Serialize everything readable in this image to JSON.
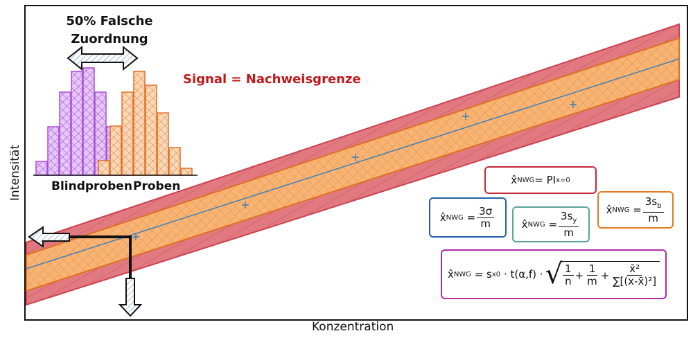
{
  "axes": {
    "x_label": "Konzentration",
    "y_label": "Intensität"
  },
  "histogram": {
    "title": "50% Falsche Zuordnung",
    "label_blind": "Blindproben",
    "label_samples": "Proben",
    "colors": {
      "blind": "#a84fd6",
      "samples": "#f0a060",
      "samples_edge": "#e0702a"
    }
  },
  "annotation": {
    "text": "Signal = Nachweisgrenze",
    "color": "#c01818"
  },
  "band": {
    "outer_color": "#e07a80",
    "inner_color": "#f7b475",
    "line_color": "#3f7fb8",
    "point_marker": "+"
  },
  "formulas": {
    "pi": {
      "lhs": "x̂",
      "sub": "NWG",
      "eq": " = PI",
      "rhs_sub": "x=0"
    },
    "sigma": {
      "lhs": "x̂",
      "sub": "NWG",
      "eq": "=",
      "num": "3σ",
      "den": "m"
    },
    "sy": {
      "lhs": "x̂",
      "sub": "NWG",
      "eq": "=",
      "num": "3s",
      "num_sub": "y",
      "den": "m"
    },
    "sb": {
      "lhs": "x̂",
      "sub": "NWG",
      "eq": "=",
      "num": "3s",
      "num_sub": "b",
      "den": "m"
    },
    "full": {
      "lhs": "x̂",
      "sub": "NWG",
      "eq": "= s",
      "s_sub": "x0",
      "t": "· t(α,f) ·",
      "f1_num": "1",
      "f1_den": "n",
      "plus1": "+",
      "f2_num": "1",
      "f2_den": "m",
      "plus2": "+",
      "f3_num": "x̄²",
      "f3_den": "∑[(x-x̄)²]"
    }
  }
}
